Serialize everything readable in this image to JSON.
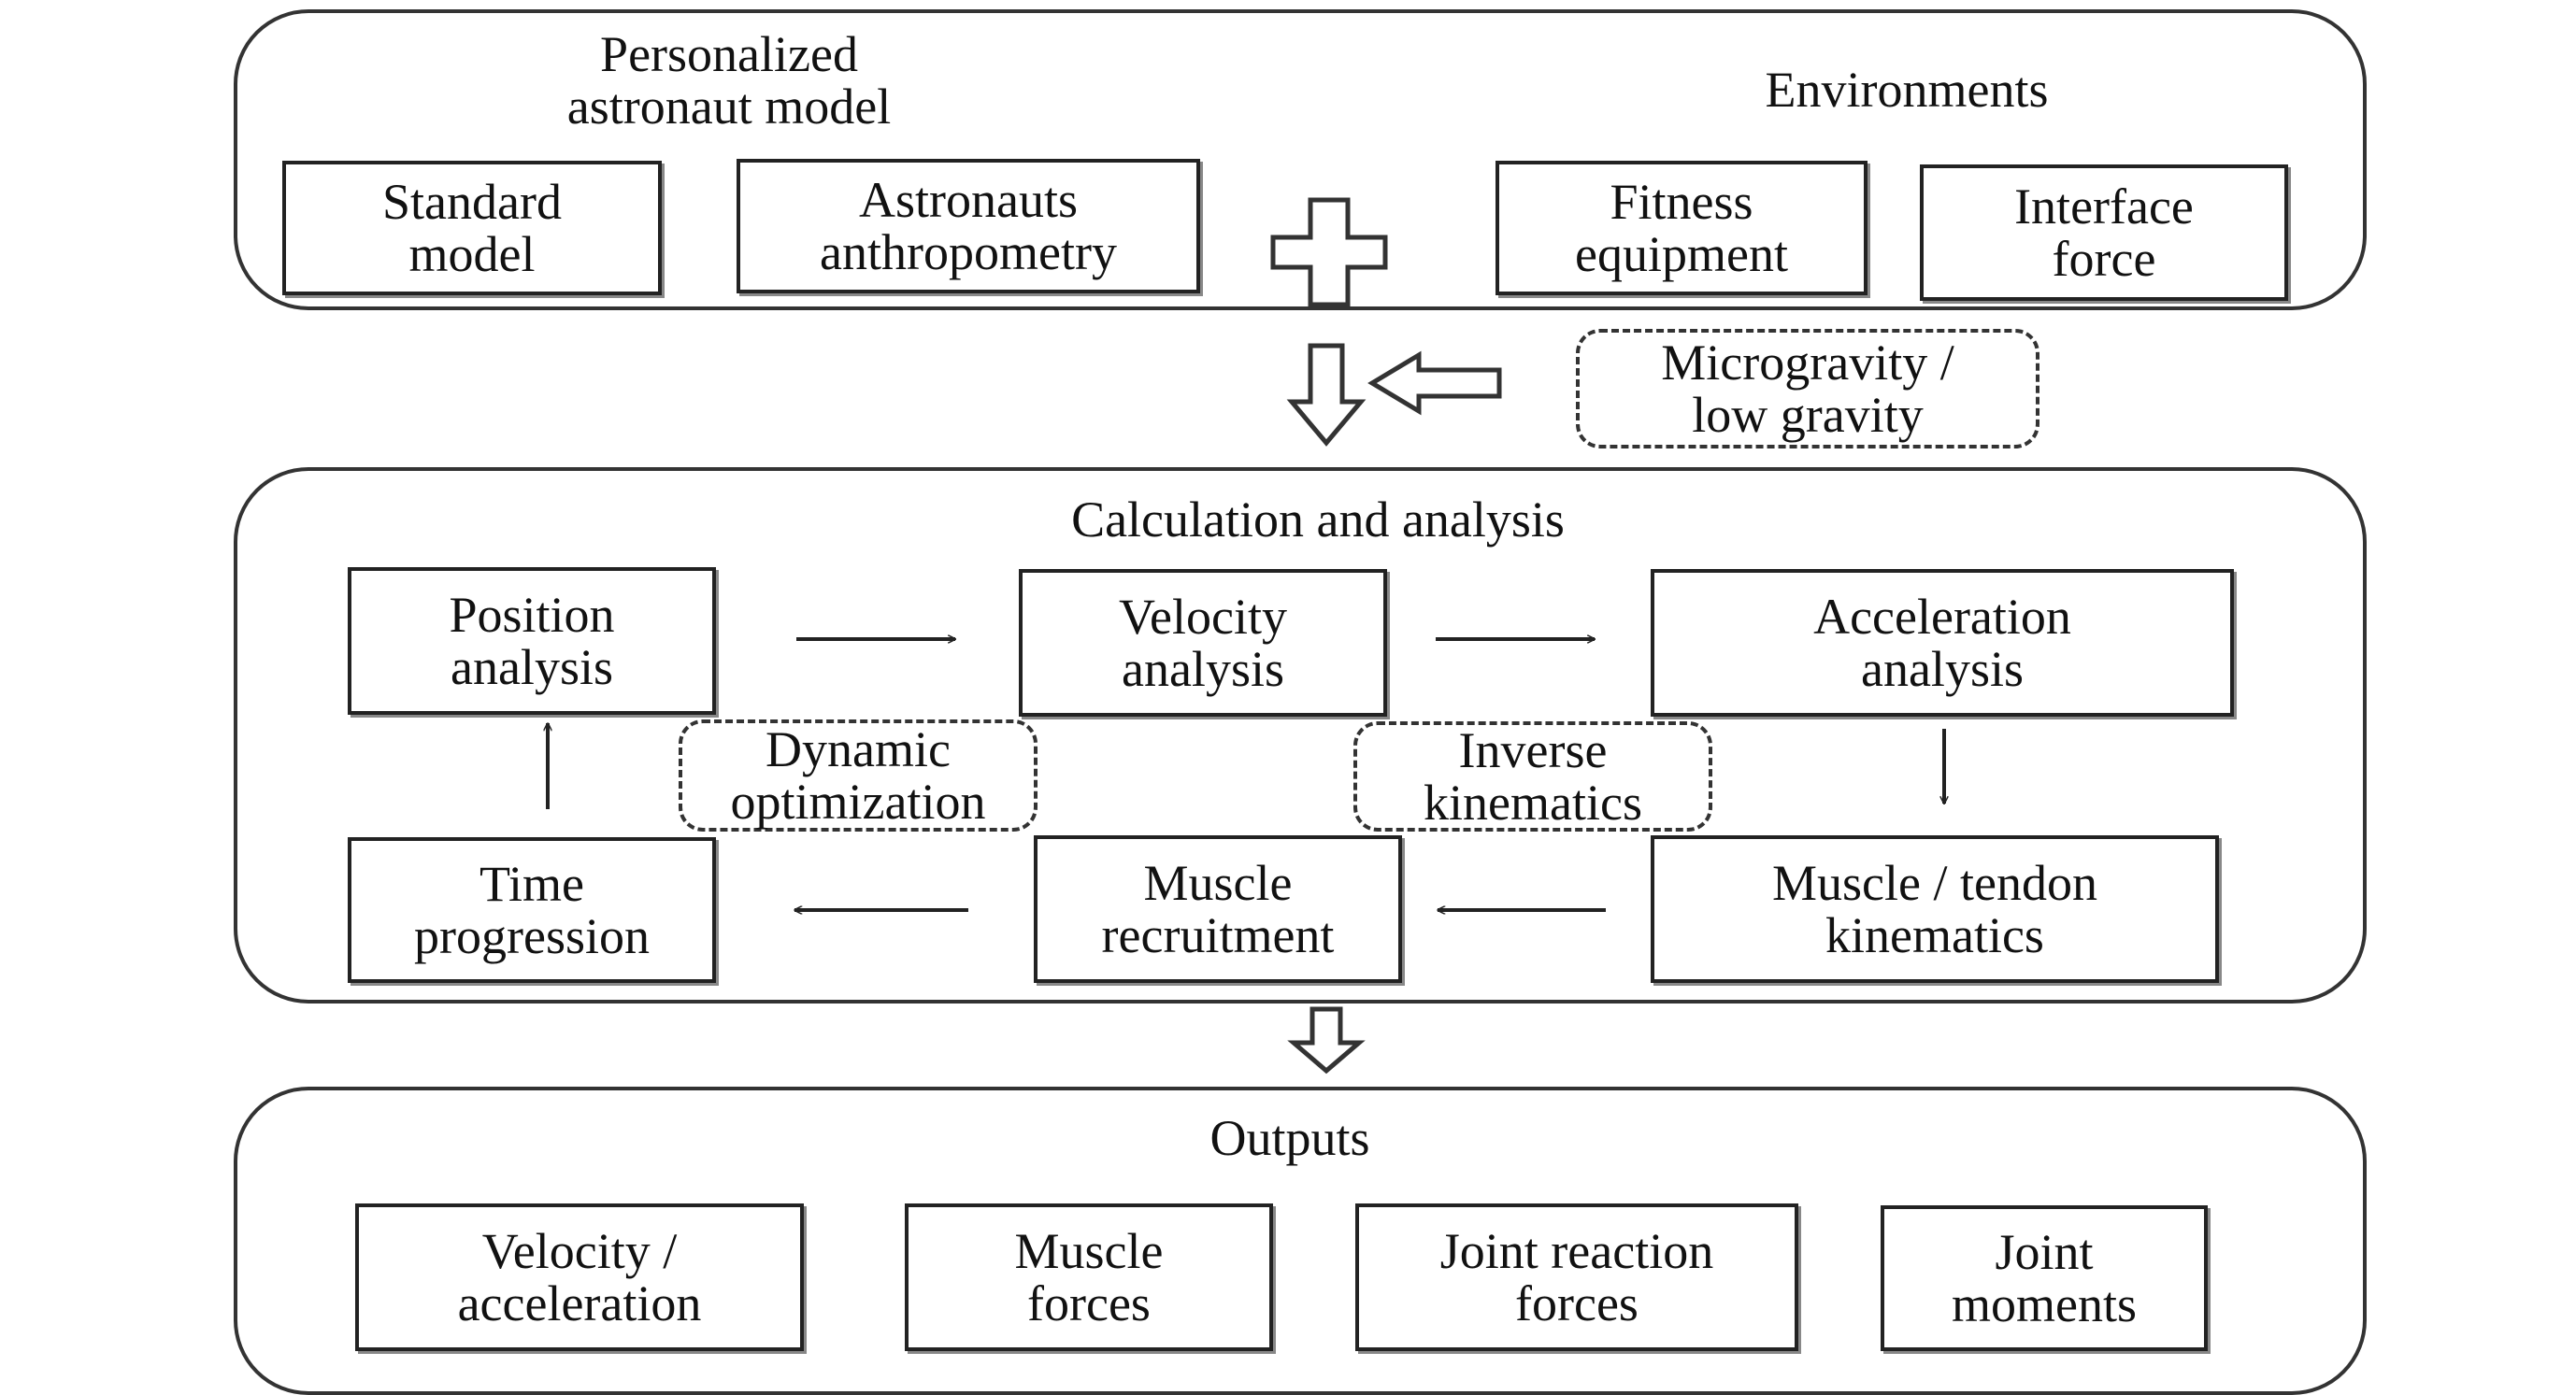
{
  "inputs": {
    "personalized_title": "Personalized\nastronaut model",
    "environments_title": "Environments",
    "standard_model": "Standard\nmodel",
    "anthropometry": "Astronauts\nanthropometry",
    "fitness_equipment": "Fitness\nequipment",
    "interface_force": "Interface\nforce"
  },
  "gravity": {
    "label": "Microgravity /\nlow gravity"
  },
  "calculation": {
    "title": "Calculation and analysis",
    "position_analysis": "Position\nanalysis",
    "velocity_analysis": "Velocity\nanalysis",
    "acceleration_analysis": "Acceleration\nanalysis",
    "dynamic_optimization": "Dynamic\noptimization",
    "inverse_kinematics": "Inverse\nkinematics",
    "time_progression": "Time\nprogression",
    "muscle_recruitment": "Muscle\nrecruitment",
    "muscle_tendon_kinematics": "Muscle / tendon\nkinematics"
  },
  "outputs": {
    "title": "Outputs",
    "velocity_acceleration": "Velocity /\nacceleration",
    "muscle_forces": "Muscle\nforces",
    "joint_reaction_forces": "Joint reaction\nforces",
    "joint_moments": "Joint\nmoments"
  }
}
